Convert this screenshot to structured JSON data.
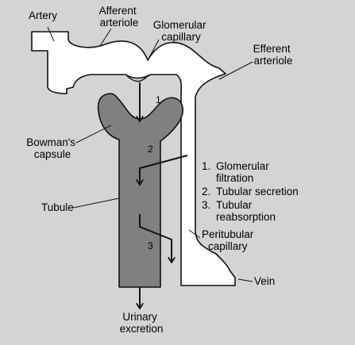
{
  "labels": {
    "artery": "Artery",
    "afferent_arteriole": [
      "Afferent",
      "arteriole"
    ],
    "glomerular_capillary": [
      "Glomerular",
      "capillary"
    ],
    "efferent_arteriole": [
      "Efferent",
      "arteriole"
    ],
    "bowmans_capsule": [
      "Bowman's",
      "capsule"
    ],
    "tubule": "Tubule",
    "peritubular_capillary": [
      "Peritubular",
      "capillary"
    ],
    "vein": "Vein",
    "urinary_excretion": [
      "Urinary",
      "excretion"
    ]
  },
  "legend": [
    {
      "number": "1.",
      "lines": [
        "Glomerular",
        "filtration"
      ]
    },
    {
      "number": "2.",
      "lines": [
        "Tubular secretion"
      ]
    },
    {
      "number": "3.",
      "lines": [
        "Tubular",
        "reabsorption"
      ]
    }
  ],
  "markers": [
    "1",
    "2",
    "3"
  ],
  "colors": {
    "background": "#d4d4d4",
    "vessel_fill": "#ffffff",
    "tubule_fill": "#808080",
    "outline": "#111111"
  }
}
